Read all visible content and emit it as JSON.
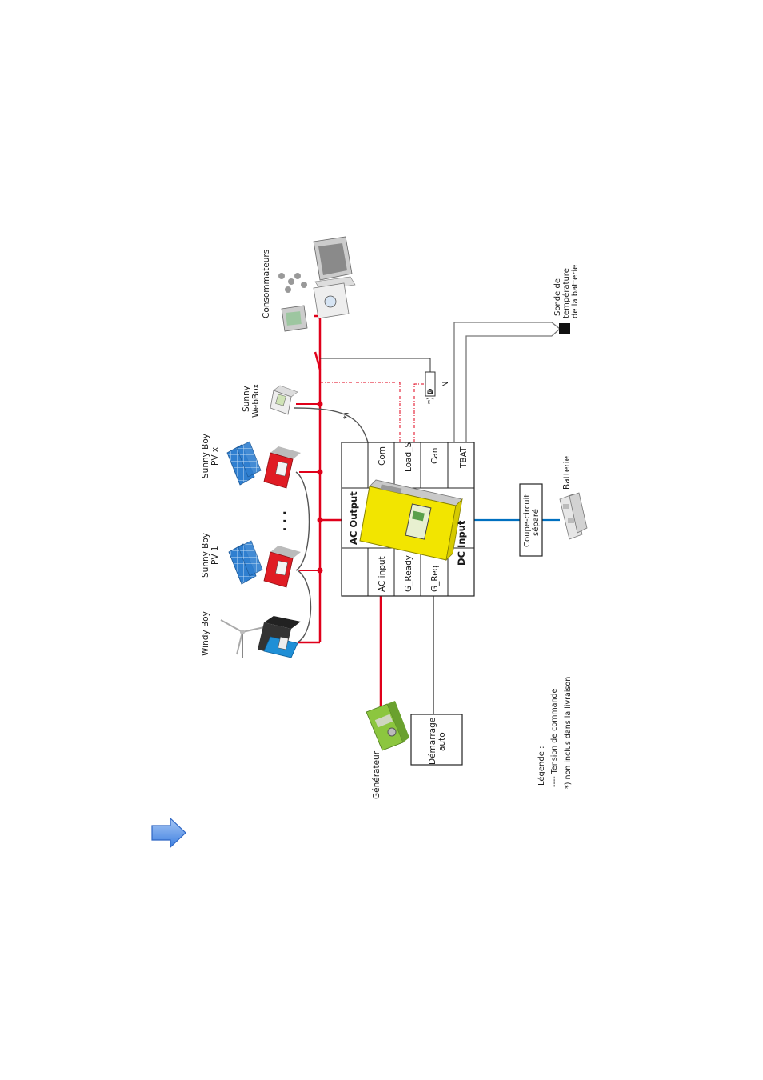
{
  "devices": {
    "windy_boy": "Windy Boy",
    "sunny_boy_1_line1": "Sunny Boy",
    "sunny_boy_1_line2": "PV 1",
    "ellipsis": ". . .",
    "sunny_boy_x_line1": "Sunny Boy",
    "sunny_boy_x_line2": "PV x",
    "webbox_line1": "Sunny",
    "webbox_line2": "WebBox",
    "consumers": "Consommateurs",
    "generator": "Générateur",
    "auto_start_line1": "Démarrage",
    "auto_start_line2": "auto",
    "fuse_line1": "Coupe-circuit",
    "fuse_line2": "séparé",
    "battery": "Batterie",
    "sensor_line1": "Sonde de",
    "sensor_line2": "température",
    "sensor_line3": "de la batterie"
  },
  "inverter": {
    "ac_output": "AC Output",
    "dc_input": "DC Input",
    "terminals_left": [
      "AC input",
      "G_Ready",
      "G_Req"
    ],
    "terminals_right": [
      "Com",
      "Load_S",
      "Can",
      "TBAT"
    ]
  },
  "annotations": {
    "star_near_webbox": "*)",
    "relay_label": "*) ↇ",
    "relay_N": "N"
  },
  "legend": {
    "title": "Légende :",
    "control_voltage": "---- Tension de commande",
    "not_included": "*) non inclus dans la livraison"
  },
  "colors": {
    "ac_line": "#e0001a",
    "dc_line": "#0070c0",
    "inverter_yellow": "#f2e500",
    "sunny_boy_red": "#e01c24",
    "windy_boy_blue": "#1f8fd6",
    "arrow_blue": "#4d8fe0"
  }
}
